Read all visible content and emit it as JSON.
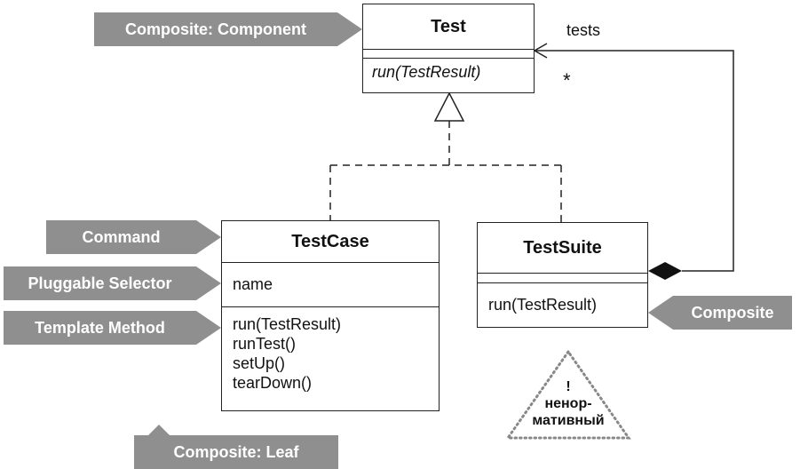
{
  "classes": {
    "test": {
      "name": "Test",
      "operations": [
        "run(TestResult)"
      ]
    },
    "testcase": {
      "name": "TestCase",
      "attributes": [
        "name"
      ],
      "operations": [
        "run(TestResult)",
        "runTest()",
        "setUp()",
        "tearDown()"
      ]
    },
    "testsuite": {
      "name": "TestSuite",
      "operations": [
        "run(TestResult)"
      ]
    }
  },
  "association": {
    "role": "tests",
    "multiplicity": "*"
  },
  "tags": {
    "composite_component": "Composite: Component",
    "command": "Command",
    "pluggable_selector": "Pluggable Selector",
    "template_method": "Template Method",
    "composite": "Composite",
    "composite_leaf": "Composite: Leaf"
  },
  "warning": {
    "mark": "!",
    "line1": "ненор-",
    "line2": "мативный"
  },
  "colors": {
    "tag_fill": "#8f8f8f",
    "line": "#222222"
  }
}
